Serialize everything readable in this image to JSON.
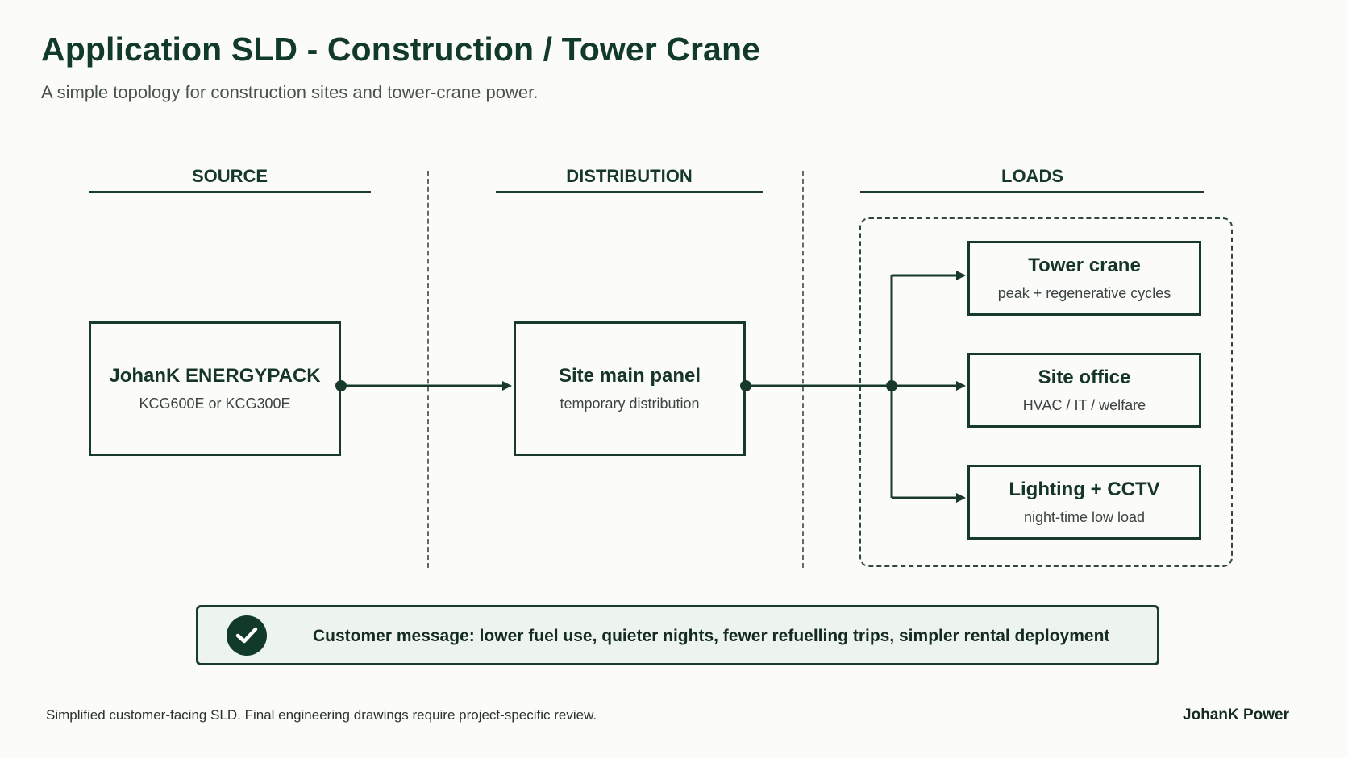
{
  "header": {
    "title": "Application SLD - Construction / Tower Crane",
    "subtitle": "A simple topology for construction sites and tower-crane power."
  },
  "columns": {
    "source": "SOURCE",
    "distribution": "DISTRIBUTION",
    "loads": "LOADS"
  },
  "nodes": {
    "source": {
      "title": "JohanK ENERGYPACK",
      "sub": "KCG600E or KCG300E"
    },
    "panel": {
      "title": "Site main panel",
      "sub": "temporary distribution"
    },
    "tower_crane": {
      "title": "Tower crane",
      "sub": "peak + regenerative cycles"
    },
    "site_office": {
      "title": "Site office",
      "sub": "HVAC / IT / welfare"
    },
    "lighting": {
      "title": "Lighting + CCTV",
      "sub": "night-time low load"
    }
  },
  "message": {
    "text": "Customer message: lower fuel use, quieter nights, fewer refuelling trips, simpler rental deployment",
    "icon": "check-icon"
  },
  "footer": {
    "note": "Simplified customer-facing SLD. Final engineering drawings require project-specific review.",
    "brand": "JohanK Power"
  },
  "colors": {
    "primary": "#153b2c",
    "background": "#fbfbf9",
    "message_bg": "#edf3ef"
  }
}
